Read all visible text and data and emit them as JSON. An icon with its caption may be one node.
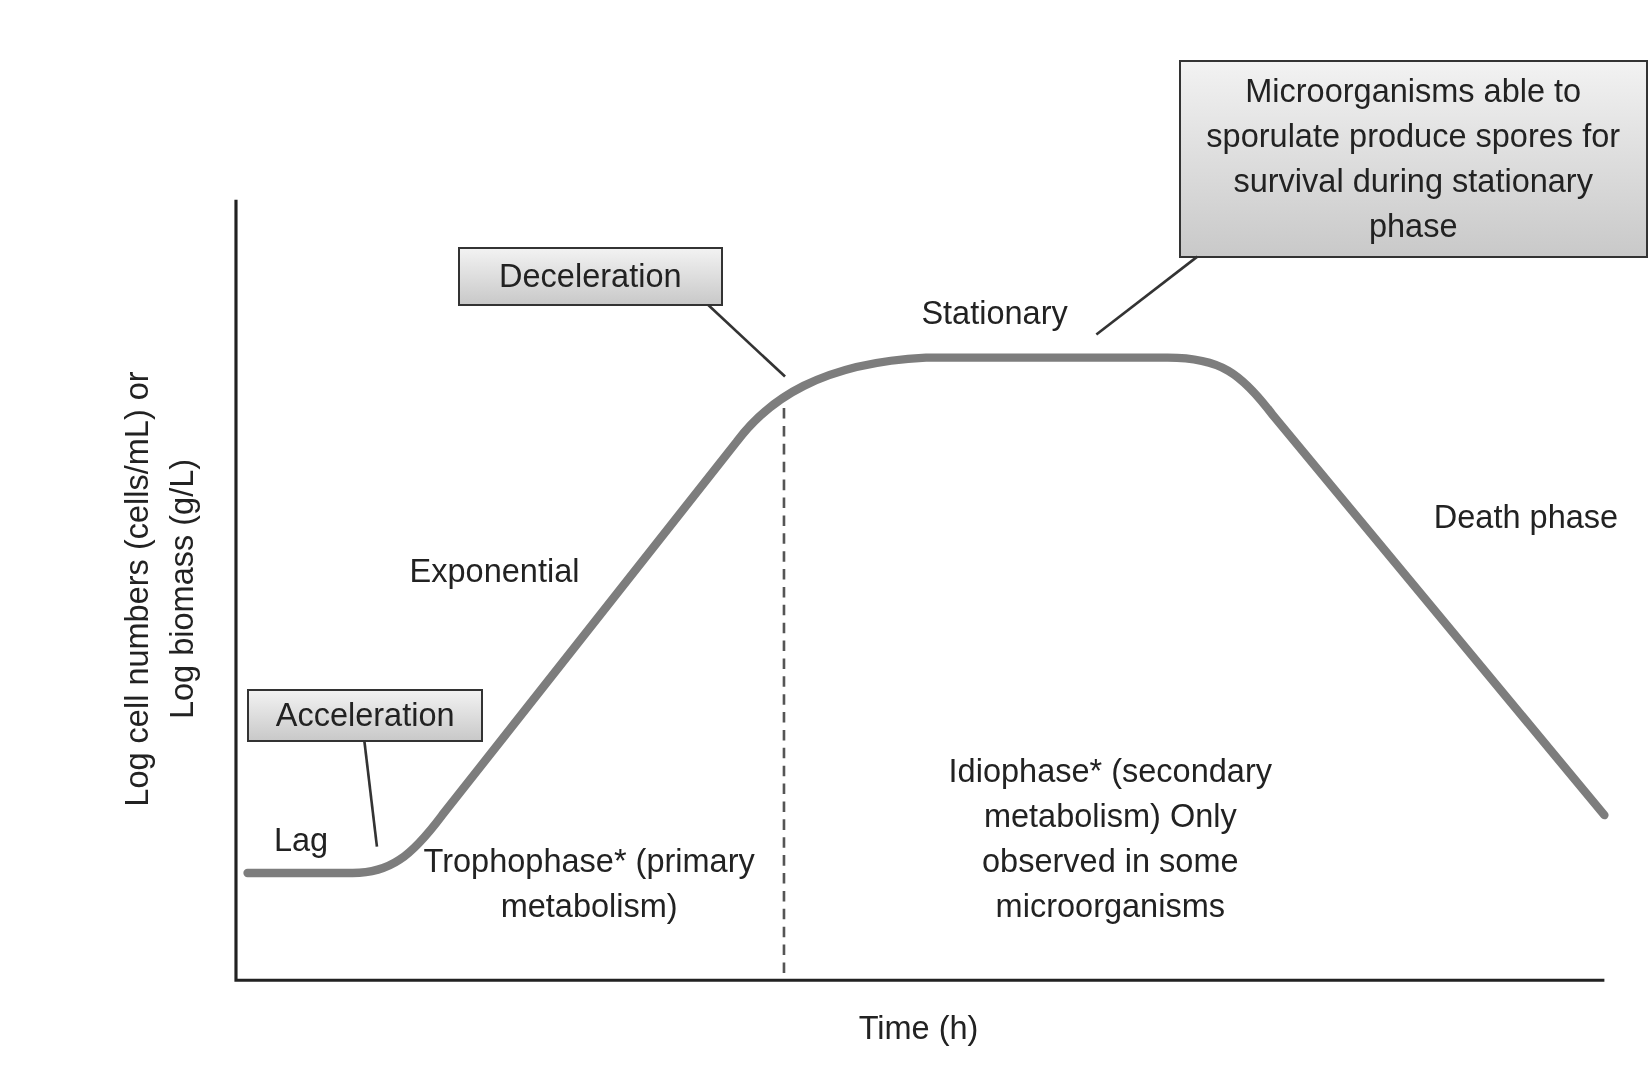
{
  "diagram": {
    "nodes": [
      {
        "text": [
          "Acceleration"
        ]
      },
      {
        "text": [
          "Deceleration"
        ]
      },
      {
        "text": [
          "Microorganisms able to sporulate produce spores for survival during stationary phase"
        ]
      }
    ],
    "edges": [
      {
        "from": 0,
        "to": null,
        "arrow": "none"
      },
      {
        "from": 1,
        "to": null,
        "arrow": "none"
      },
      {
        "from": 2,
        "to": null,
        "arrow": "none"
      }
    ],
    "labels": [
      "Stationary",
      "Exponential",
      "Death phase",
      "Lag",
      "Trophophase* (primary metabolism)",
      "Idiophase* (secondary metabolism) Only observed in some microorganisms",
      "Log cell numbers (cells/mL) or Log biomass (g/L)",
      "Time (h)"
    ]
  }
}
